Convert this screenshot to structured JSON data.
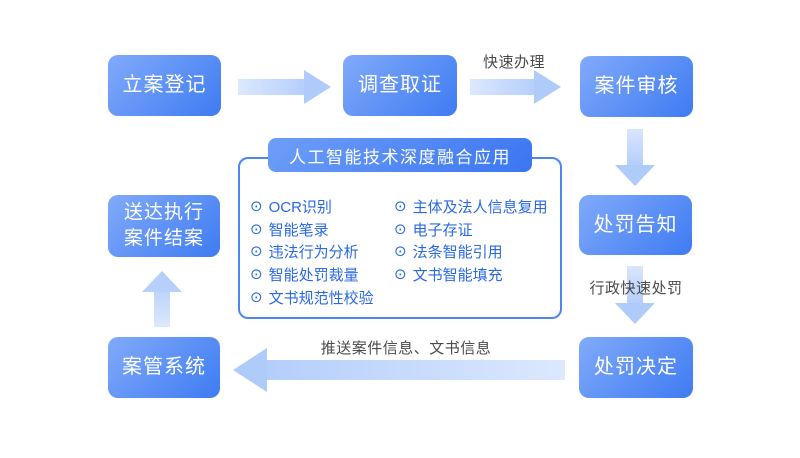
{
  "diagram": {
    "nodes": {
      "register": "立案登记",
      "investigate": "调查取证",
      "review": "案件审核",
      "notice": "处罚告知",
      "decision": "处罚决定",
      "case_system": "案管系统",
      "delivery": "送达执行\n案件结案"
    },
    "edge_labels": {
      "fast_handle": "快速办理",
      "fast_punish": "行政快速处罚",
      "push_info": "推送案件信息、文书信息"
    },
    "panel": {
      "title": "人工智能技术深度融合应用",
      "bullet": "⊙",
      "left_items": [
        "OCR识别",
        "智能笔录",
        "违法行为分析",
        "智能处罚裁量",
        "文书规范性校验"
      ],
      "right_items": [
        "主体及法人信息复用",
        "电子存证",
        "法条智能引用",
        "文书智能填充"
      ]
    },
    "colors": {
      "node_gradient_top": "#81AAFA",
      "node_gradient_bottom": "#3E7BF2",
      "panel_border": "#4C86F5",
      "item_text": "#2969E5",
      "arrow_fill": "#B4CEFB",
      "edge_label_text": "#4A4A4A",
      "background": "#FFFFFF"
    }
  }
}
